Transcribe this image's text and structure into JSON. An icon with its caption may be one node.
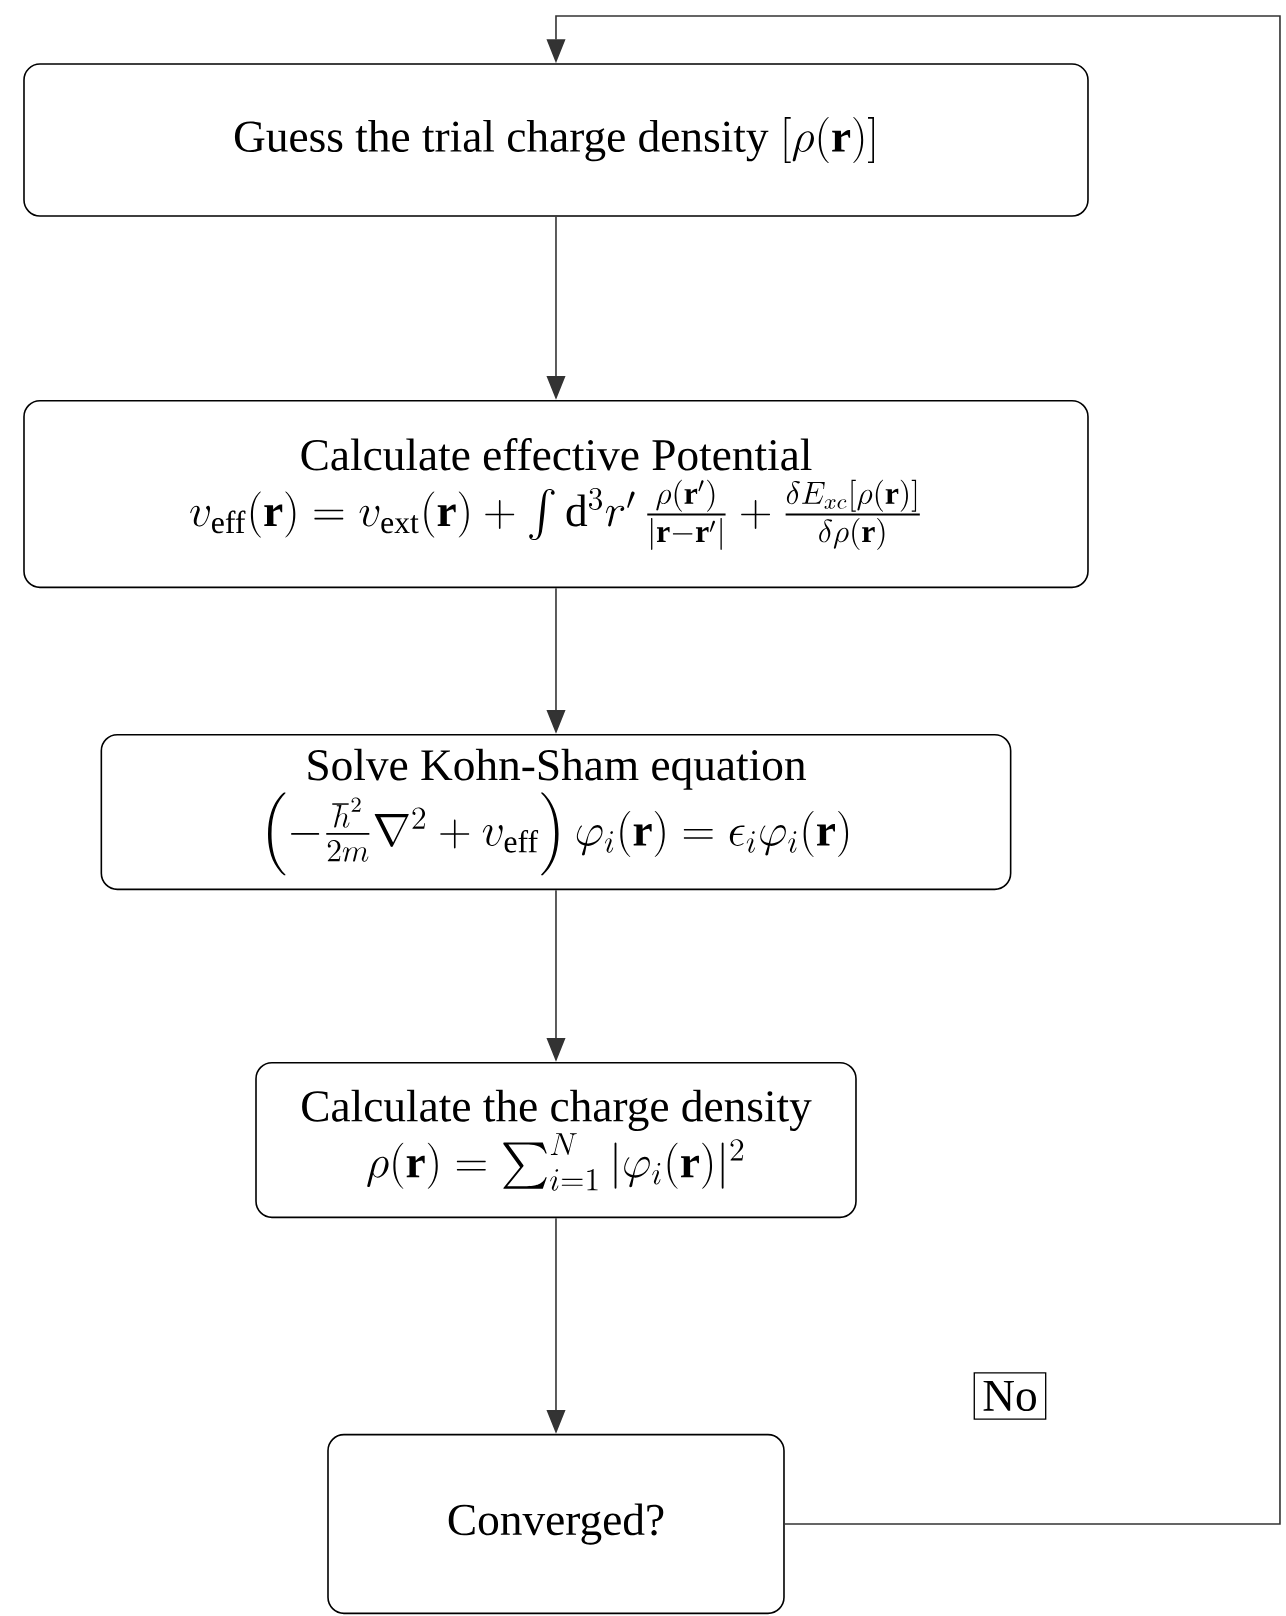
{
  "diagram": {
    "nodes": [
      {
        "text": [
          "Guess the trial charge density",
          "[\\rho(\\mathbf{r})]"
        ]
      },
      {
        "text": [
          "Calculate effective Potential",
          "v_{\\text{eff}}(\\mathbf{r}) = v_{\\text{ext}}(\\mathbf{r}) + \\int \\mathrm{d}^3 r' \\, \\frac{\\rho(\\mathbf{r}')}{|\\mathbf{r}-\\mathbf{r}'|} + \\frac{\\delta E_{xc}[\\rho(\\mathbf{r})]}{\\delta \\rho(\\mathbf{r})}"
        ]
      },
      {
        "text": [
          "Solve Kohn-Sham equation",
          "\\left(-\\frac{\\hbar^2}{2m}\\nabla^2 + v_{\\text{eff}}\\right)\\varphi_i(\\mathbf{r}) = \\epsilon_i \\varphi_i(\\mathbf{r})"
        ]
      },
      {
        "text": [
          "Calculate the charge density",
          "\\rho(\\mathbf{r}) = \\sum_{i=1}^{N} |\\varphi_i(\\mathbf{r})|^2"
        ]
      },
      {
        "text": [
          "Converged?"
        ]
      }
    ],
    "edges": [
      {
        "from": 0,
        "to": 1,
        "arrow": "to"
      },
      {
        "from": 1,
        "to": 2,
        "arrow": "to"
      },
      {
        "from": 2,
        "to": 3,
        "arrow": "to"
      },
      {
        "from": 3,
        "to": 4,
        "arrow": "to"
      },
      {
        "from": 4,
        "to": 0,
        "arrow": "to",
        "label": "No"
      }
    ]
  }
}
